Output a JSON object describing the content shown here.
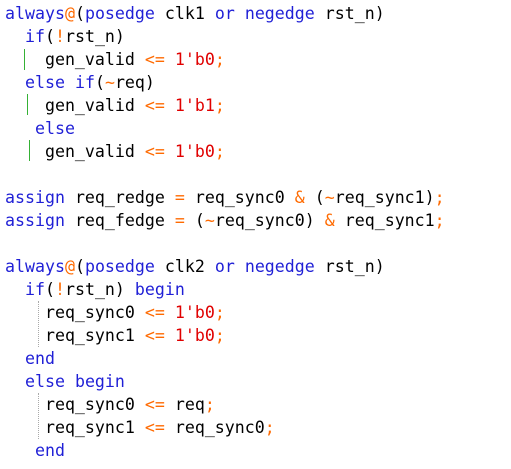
{
  "editor": {
    "lines": [
      [
        {
          "t": "always",
          "c": "kw"
        },
        {
          "t": "@",
          "c": "op"
        },
        {
          "t": "(",
          "c": "id"
        },
        {
          "t": "posedge",
          "c": "kw"
        },
        {
          "t": " clk1 ",
          "c": "id"
        },
        {
          "t": "or",
          "c": "kw"
        },
        {
          "t": " ",
          "c": "id"
        },
        {
          "t": "negedge",
          "c": "kw"
        },
        {
          "t": " rst_n)",
          "c": "id"
        }
      ],
      [
        {
          "t": "  ",
          "c": "id"
        },
        {
          "t": "if",
          "c": "kw"
        },
        {
          "t": "(",
          "c": "id"
        },
        {
          "t": "!",
          "c": "op"
        },
        {
          "t": "rst_n)",
          "c": "id"
        }
      ],
      [
        {
          "t": "    gen_valid ",
          "c": "id"
        },
        {
          "t": "<=",
          "c": "op"
        },
        {
          "t": " ",
          "c": "id"
        },
        {
          "t": "1'b0",
          "c": "num"
        },
        {
          "t": ";",
          "c": "op"
        }
      ],
      [
        {
          "t": "  ",
          "c": "id"
        },
        {
          "t": "else",
          "c": "kw"
        },
        {
          "t": " ",
          "c": "id"
        },
        {
          "t": "if",
          "c": "kw"
        },
        {
          "t": "(",
          "c": "id"
        },
        {
          "t": "~",
          "c": "op"
        },
        {
          "t": "req)",
          "c": "id"
        }
      ],
      [
        {
          "t": "    gen_valid ",
          "c": "id"
        },
        {
          "t": "<=",
          "c": "op"
        },
        {
          "t": " ",
          "c": "id"
        },
        {
          "t": "1'b1",
          "c": "num"
        },
        {
          "t": ";",
          "c": "op"
        }
      ],
      [
        {
          "t": "   ",
          "c": "id"
        },
        {
          "t": "else",
          "c": "kw"
        }
      ],
      [
        {
          "t": "    gen_valid ",
          "c": "id"
        },
        {
          "t": "<=",
          "c": "op"
        },
        {
          "t": " ",
          "c": "id"
        },
        {
          "t": "1'b0",
          "c": "num"
        },
        {
          "t": ";",
          "c": "op"
        }
      ],
      [],
      [
        {
          "t": "assign",
          "c": "kw"
        },
        {
          "t": " req_redge ",
          "c": "id"
        },
        {
          "t": "=",
          "c": "op"
        },
        {
          "t": " req_sync0 ",
          "c": "id"
        },
        {
          "t": "&",
          "c": "op"
        },
        {
          "t": " (",
          "c": "id"
        },
        {
          "t": "~",
          "c": "op"
        },
        {
          "t": "req_sync1)",
          "c": "id"
        },
        {
          "t": ";",
          "c": "op"
        }
      ],
      [
        {
          "t": "assign",
          "c": "kw"
        },
        {
          "t": " req_fedge ",
          "c": "id"
        },
        {
          "t": "=",
          "c": "op"
        },
        {
          "t": " (",
          "c": "id"
        },
        {
          "t": "~",
          "c": "op"
        },
        {
          "t": "req_sync0) ",
          "c": "id"
        },
        {
          "t": "&",
          "c": "op"
        },
        {
          "t": " req_sync1",
          "c": "id"
        },
        {
          "t": ";",
          "c": "op"
        }
      ],
      [],
      [
        {
          "t": "always",
          "c": "kw"
        },
        {
          "t": "@",
          "c": "op"
        },
        {
          "t": "(",
          "c": "id"
        },
        {
          "t": "posedge",
          "c": "kw"
        },
        {
          "t": " clk2 ",
          "c": "id"
        },
        {
          "t": "or",
          "c": "kw"
        },
        {
          "t": " ",
          "c": "id"
        },
        {
          "t": "negedge",
          "c": "kw"
        },
        {
          "t": " rst_n)",
          "c": "id"
        }
      ],
      [
        {
          "t": "  ",
          "c": "id"
        },
        {
          "t": "if",
          "c": "kw"
        },
        {
          "t": "(",
          "c": "id"
        },
        {
          "t": "!",
          "c": "op"
        },
        {
          "t": "rst_n) ",
          "c": "id"
        },
        {
          "t": "begin",
          "c": "kw"
        }
      ],
      [
        {
          "t": "    req_sync0 ",
          "c": "id"
        },
        {
          "t": "<=",
          "c": "op"
        },
        {
          "t": " ",
          "c": "id"
        },
        {
          "t": "1'b0",
          "c": "num"
        },
        {
          "t": ";",
          "c": "op"
        }
      ],
      [
        {
          "t": "    req_sync1 ",
          "c": "id"
        },
        {
          "t": "<=",
          "c": "op"
        },
        {
          "t": " ",
          "c": "id"
        },
        {
          "t": "1'b0",
          "c": "num"
        },
        {
          "t": ";",
          "c": "op"
        }
      ],
      [
        {
          "t": "  ",
          "c": "id"
        },
        {
          "t": "end",
          "c": "kw"
        }
      ],
      [
        {
          "t": "  ",
          "c": "id"
        },
        {
          "t": "else",
          "c": "kw"
        },
        {
          "t": " ",
          "c": "id"
        },
        {
          "t": "begin",
          "c": "kw"
        }
      ],
      [
        {
          "t": "    req_sync0 ",
          "c": "id"
        },
        {
          "t": "<=",
          "c": "op"
        },
        {
          "t": " req",
          "c": "id"
        },
        {
          "t": ";",
          "c": "op"
        }
      ],
      [
        {
          "t": "    req_sync1 ",
          "c": "id"
        },
        {
          "t": "<=",
          "c": "op"
        },
        {
          "t": " req_sync0",
          "c": "id"
        },
        {
          "t": ";",
          "c": "op"
        }
      ],
      [
        {
          "t": "   ",
          "c": "id"
        },
        {
          "t": "end",
          "c": "kw"
        }
      ]
    ]
  },
  "colors": {
    "keyword": "#1f1fd6",
    "operator": "#ff6a00",
    "number": "#e00000",
    "identifier": "#000000",
    "background": "#ffffff",
    "change_bar": "#35b135",
    "indent_guide": "#a9a9a9"
  }
}
